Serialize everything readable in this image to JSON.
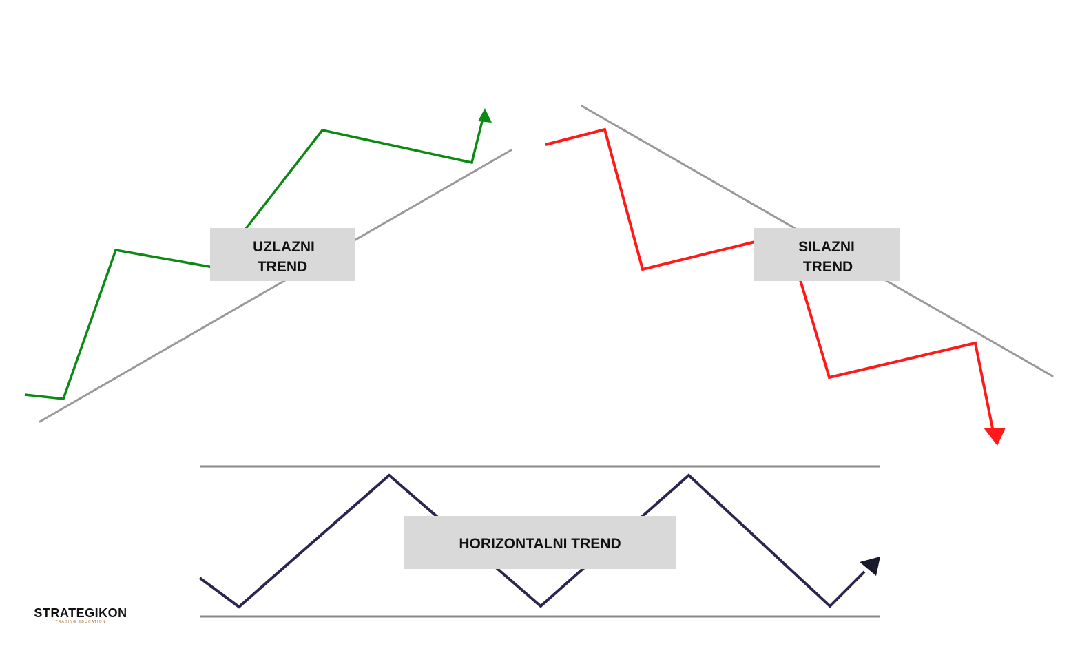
{
  "diagram": {
    "colors": {
      "up_trend": "#0a8a12",
      "down_trend": "#ff1a1a",
      "sideways_trend": "#2e2450",
      "sideways_arrow": "#1a1a2e",
      "guide_line": "#999999",
      "label_box": "#d9d9d9",
      "label_text": "#111111"
    },
    "labels": {
      "up": [
        "UZLAZNI",
        "TREND"
      ],
      "down": [
        "SILAZNI",
        "TREND"
      ],
      "sideways": "HORIZONTALNI TREND"
    },
    "icons": {
      "up_arrow": "arrow-up-icon",
      "down_arrow": "arrow-down-icon",
      "sideways_arrow": "arrow-up-right-icon"
    }
  },
  "logo": {
    "name": "STRATEGIKON",
    "tagline": "TRADING EDUCATION"
  }
}
